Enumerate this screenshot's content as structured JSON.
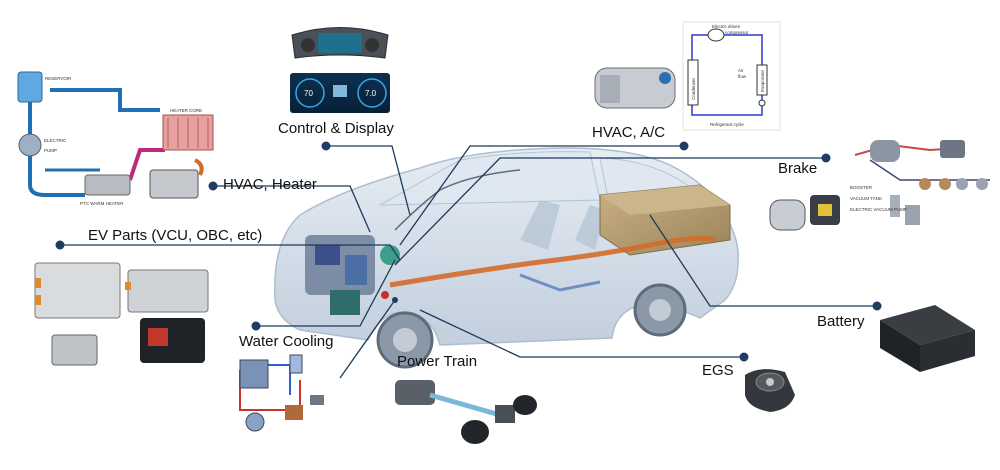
{
  "labels": {
    "control_display": "Control & Display",
    "hvac_heater": "HVAC, Heater",
    "ev_parts": "EV Parts (VCU, OBC, etc)",
    "water_cooling": "Water Cooling",
    "power_train": "Power Train",
    "egs": "EGS",
    "battery": "Battery",
    "brake": "Brake",
    "hvac_ac": "HVAC, A/C"
  },
  "heater_diagram": {
    "reservoir": "RESERVOIR",
    "electric": "ELECTRIC",
    "pump": "PUMP",
    "heater_core": "HEATER CORE",
    "ptc": "PTC WARM HEATER"
  },
  "ac_diagram": {
    "compressor_line1": "Electric driven",
    "compressor_line2": "compressor",
    "condenser": "Condenser",
    "evaporator": "Evaporator",
    "air_flow_line1": "Air",
    "air_flow_line2": "flow",
    "cycle": "Refrigerant cycle"
  },
  "brake_diagram": {
    "booster": "BOOSTER",
    "vacuum_tank": "VACUUM TANK",
    "electric_vacuum_pump": "ELECTRIC VACUUM PUMP"
  },
  "dashboard": {
    "left_value": "70",
    "right_value": "7.0"
  },
  "colors": {
    "line": "#1b3a5c",
    "dot": "#1f3c63",
    "car_body": "#c9d6e3",
    "battery_box": "#b39a6e",
    "harness": "#d36b2a"
  }
}
